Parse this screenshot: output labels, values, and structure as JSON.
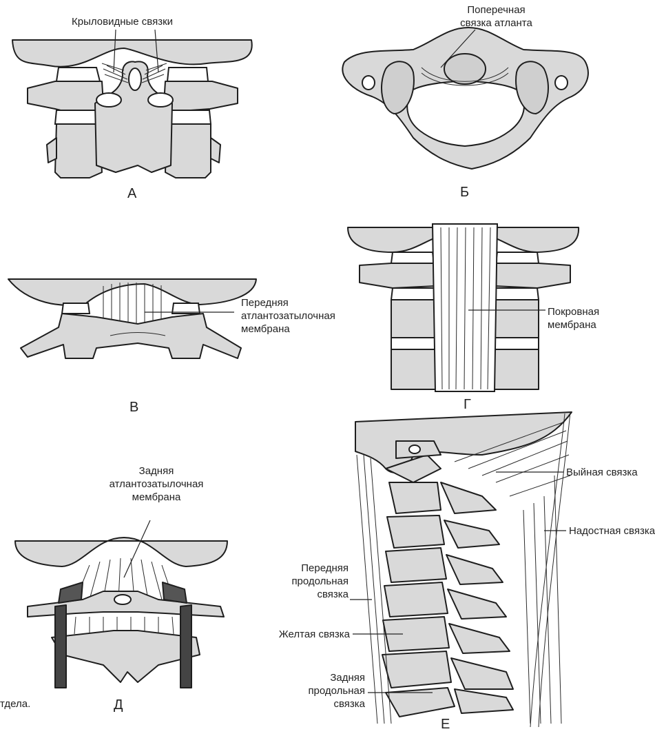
{
  "panels": {
    "A": {
      "letter": "А",
      "label": "Крыловидные связки"
    },
    "B": {
      "letter": "Б",
      "label_line1": "Поперечная",
      "label_line2": "связка атланта"
    },
    "V": {
      "letter": "В",
      "label_line1": "Передняя",
      "label_line2": "атлантозатылочная",
      "label_line3": "мембрана"
    },
    "G": {
      "letter": "Г",
      "label_line1": "Покровная",
      "label_line2": "мембрана"
    },
    "D": {
      "letter": "Д",
      "label_line1": "Задняя",
      "label_line2": "атлантозатылочная",
      "label_line3": "мембрана"
    },
    "E": {
      "letter": "Е",
      "nuchal": "Выйная связка",
      "supraspinous": "Надостная связка",
      "anterior_line1": "Передняя",
      "anterior_line2": "продольная",
      "anterior_line3": "связка",
      "flavum": "Желтая связка",
      "posterior_line1": "Задняя",
      "posterior_line2": "продольная",
      "posterior_line3": "связка"
    }
  },
  "caption_fragment": "тдела."
}
